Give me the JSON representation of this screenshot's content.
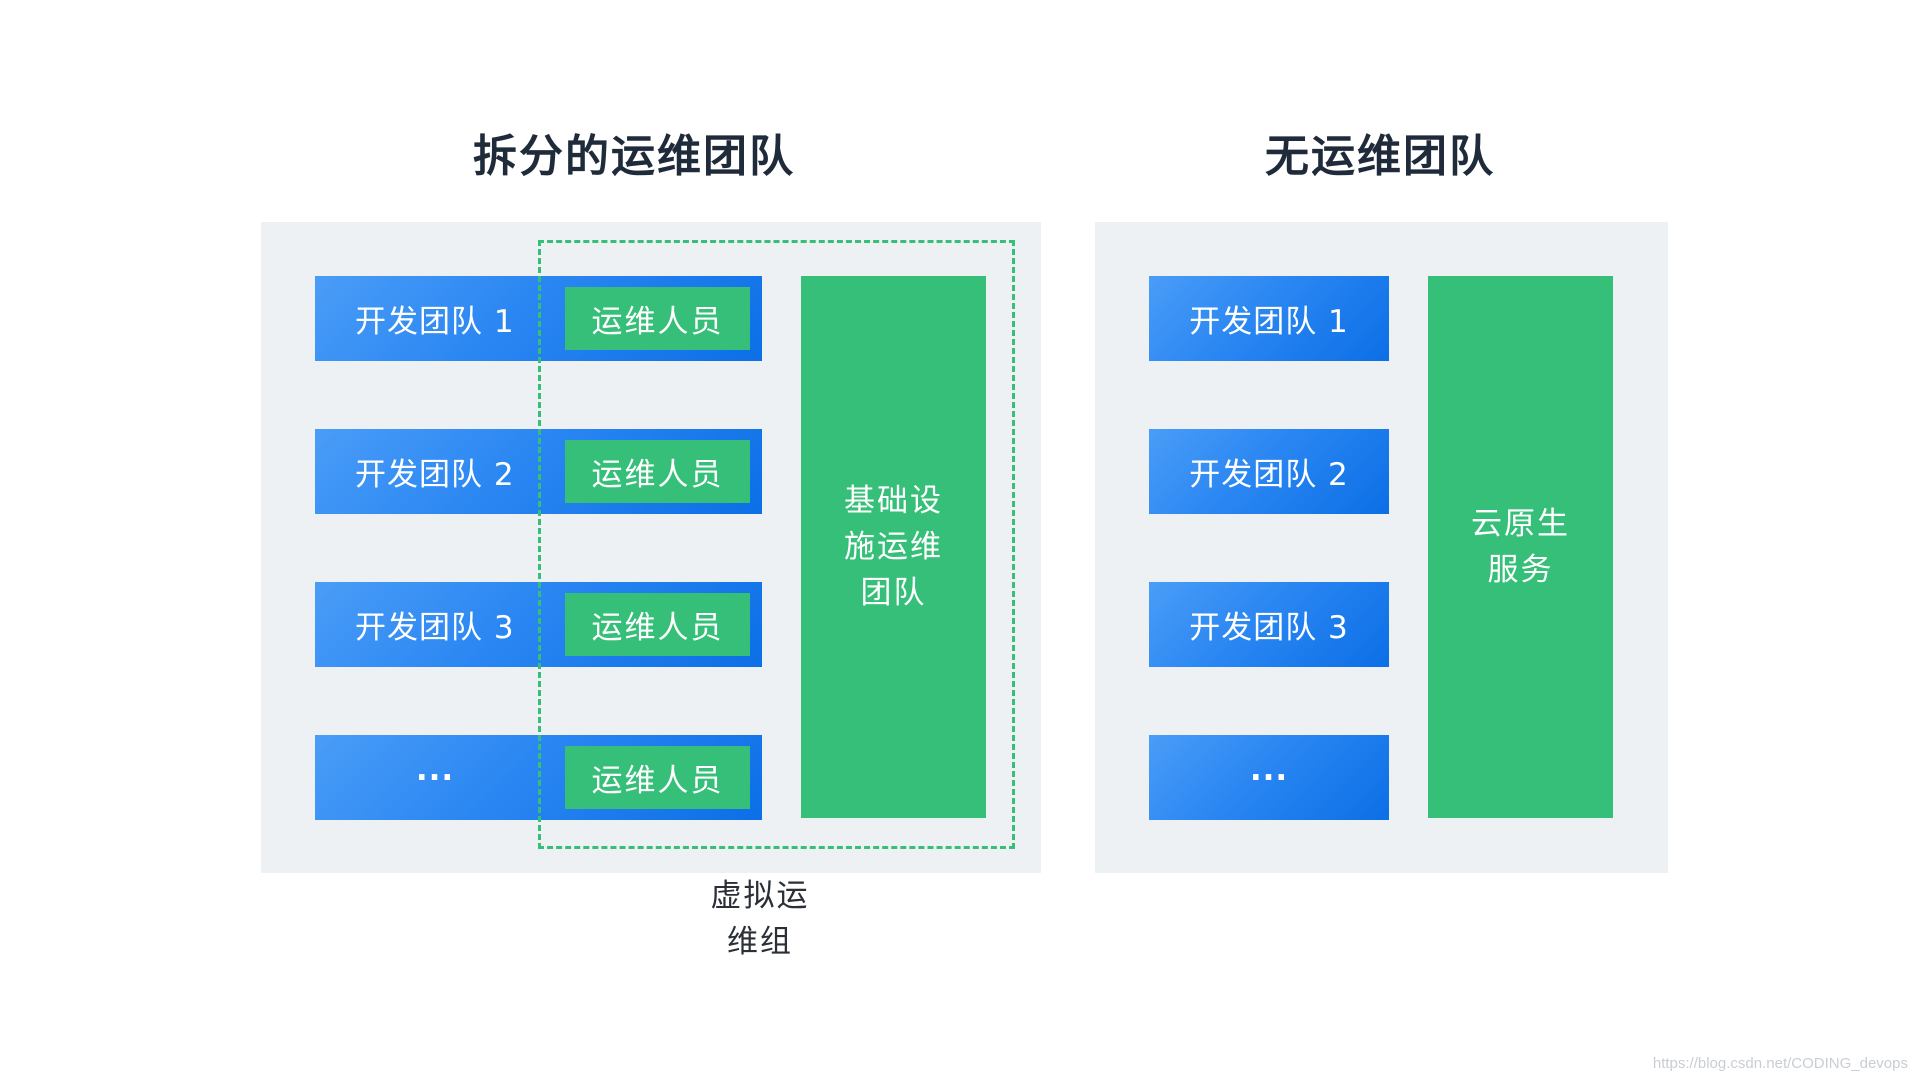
{
  "left": {
    "title": "拆分的运维团队",
    "dev_teams": [
      "开发团队 1",
      "开发团队 2",
      "开发团队 3",
      "···"
    ],
    "ops_label": "运维人员",
    "infra_team": [
      "基础设",
      "施运维",
      "团队"
    ],
    "virtual_group": [
      "虚拟运",
      "维组"
    ]
  },
  "right": {
    "title": "无运维团队",
    "dev_teams": [
      "开发团队 1",
      "开发团队 2",
      "开发团队 3",
      "···"
    ],
    "cloud_service": [
      "云原生",
      "服务"
    ]
  },
  "watermark": "https://blog.csdn.net/CODING_devops",
  "colors": {
    "blue": "#2a86f2",
    "green": "#35bf78",
    "panel": "#eef1f4",
    "title": "#1f2a3a"
  }
}
